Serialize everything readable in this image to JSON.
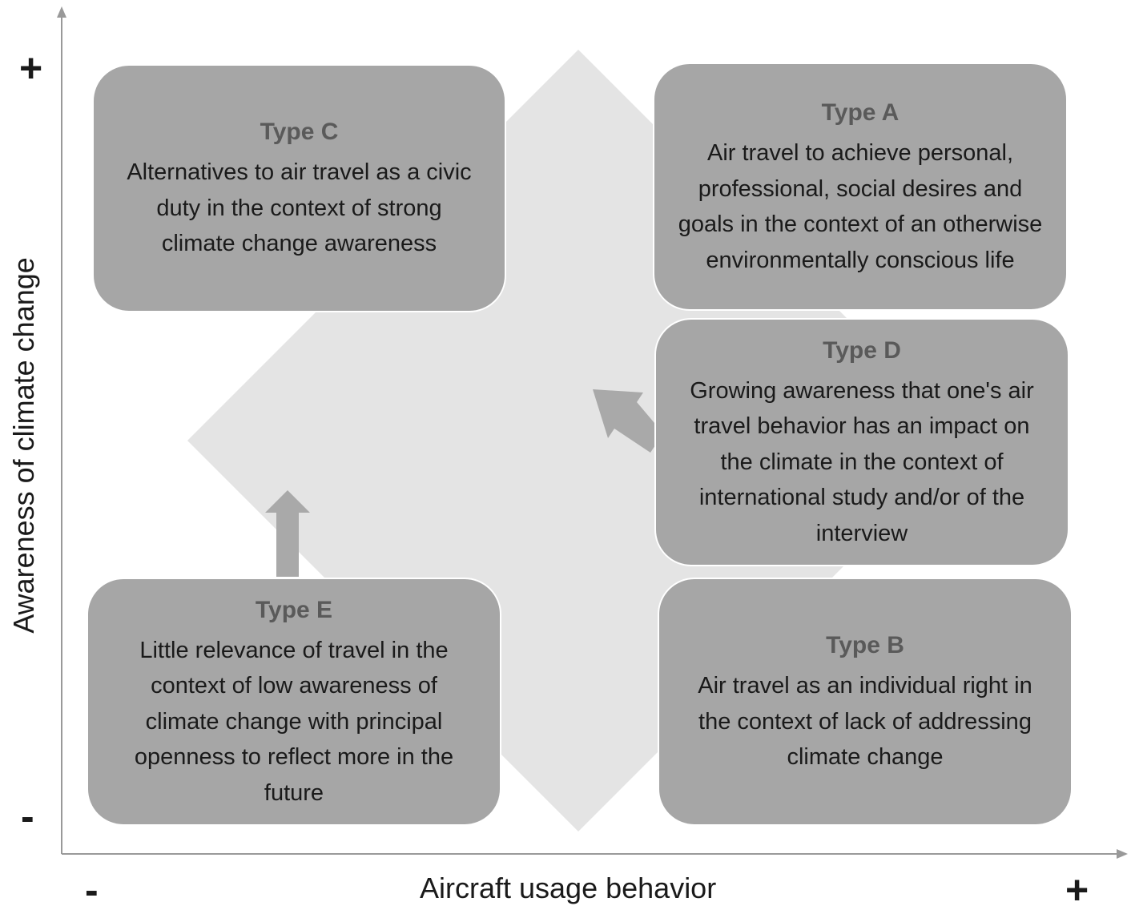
{
  "axes": {
    "x_label": "Aircraft usage behavior",
    "y_label": "Awareness of climate change",
    "x_minus": "-",
    "x_plus": "+",
    "y_minus": "-",
    "y_plus": "+"
  },
  "types": {
    "c": {
      "title": "Type C",
      "text": "Alternatives to air travel as a civic duty in the context of strong climate change awareness"
    },
    "a": {
      "title": "Type A",
      "text": "Air travel to achieve personal, professional, social desires and goals in the context of an otherwise environmentally conscious life"
    },
    "d": {
      "title": "Type D",
      "text": "Growing awareness that one's air travel behavior has an impact on the climate in the context of international study and/or of the interview"
    },
    "e": {
      "title": "Type E",
      "text": "Little relevance of travel in the context of low awareness of climate change with principal openness to reflect more in the future"
    },
    "b": {
      "title": "Type B",
      "text": "Air travel as an individual right in the context of lack of addressing climate change"
    }
  },
  "colors": {
    "box_fill": "#a6a6a6",
    "box_title": "#5a5a5a",
    "diamond_fill": "#e4e4e4",
    "arrow_fill": "#a9a9a9",
    "axis_line": "#999999",
    "text": "#1a1a1a"
  }
}
